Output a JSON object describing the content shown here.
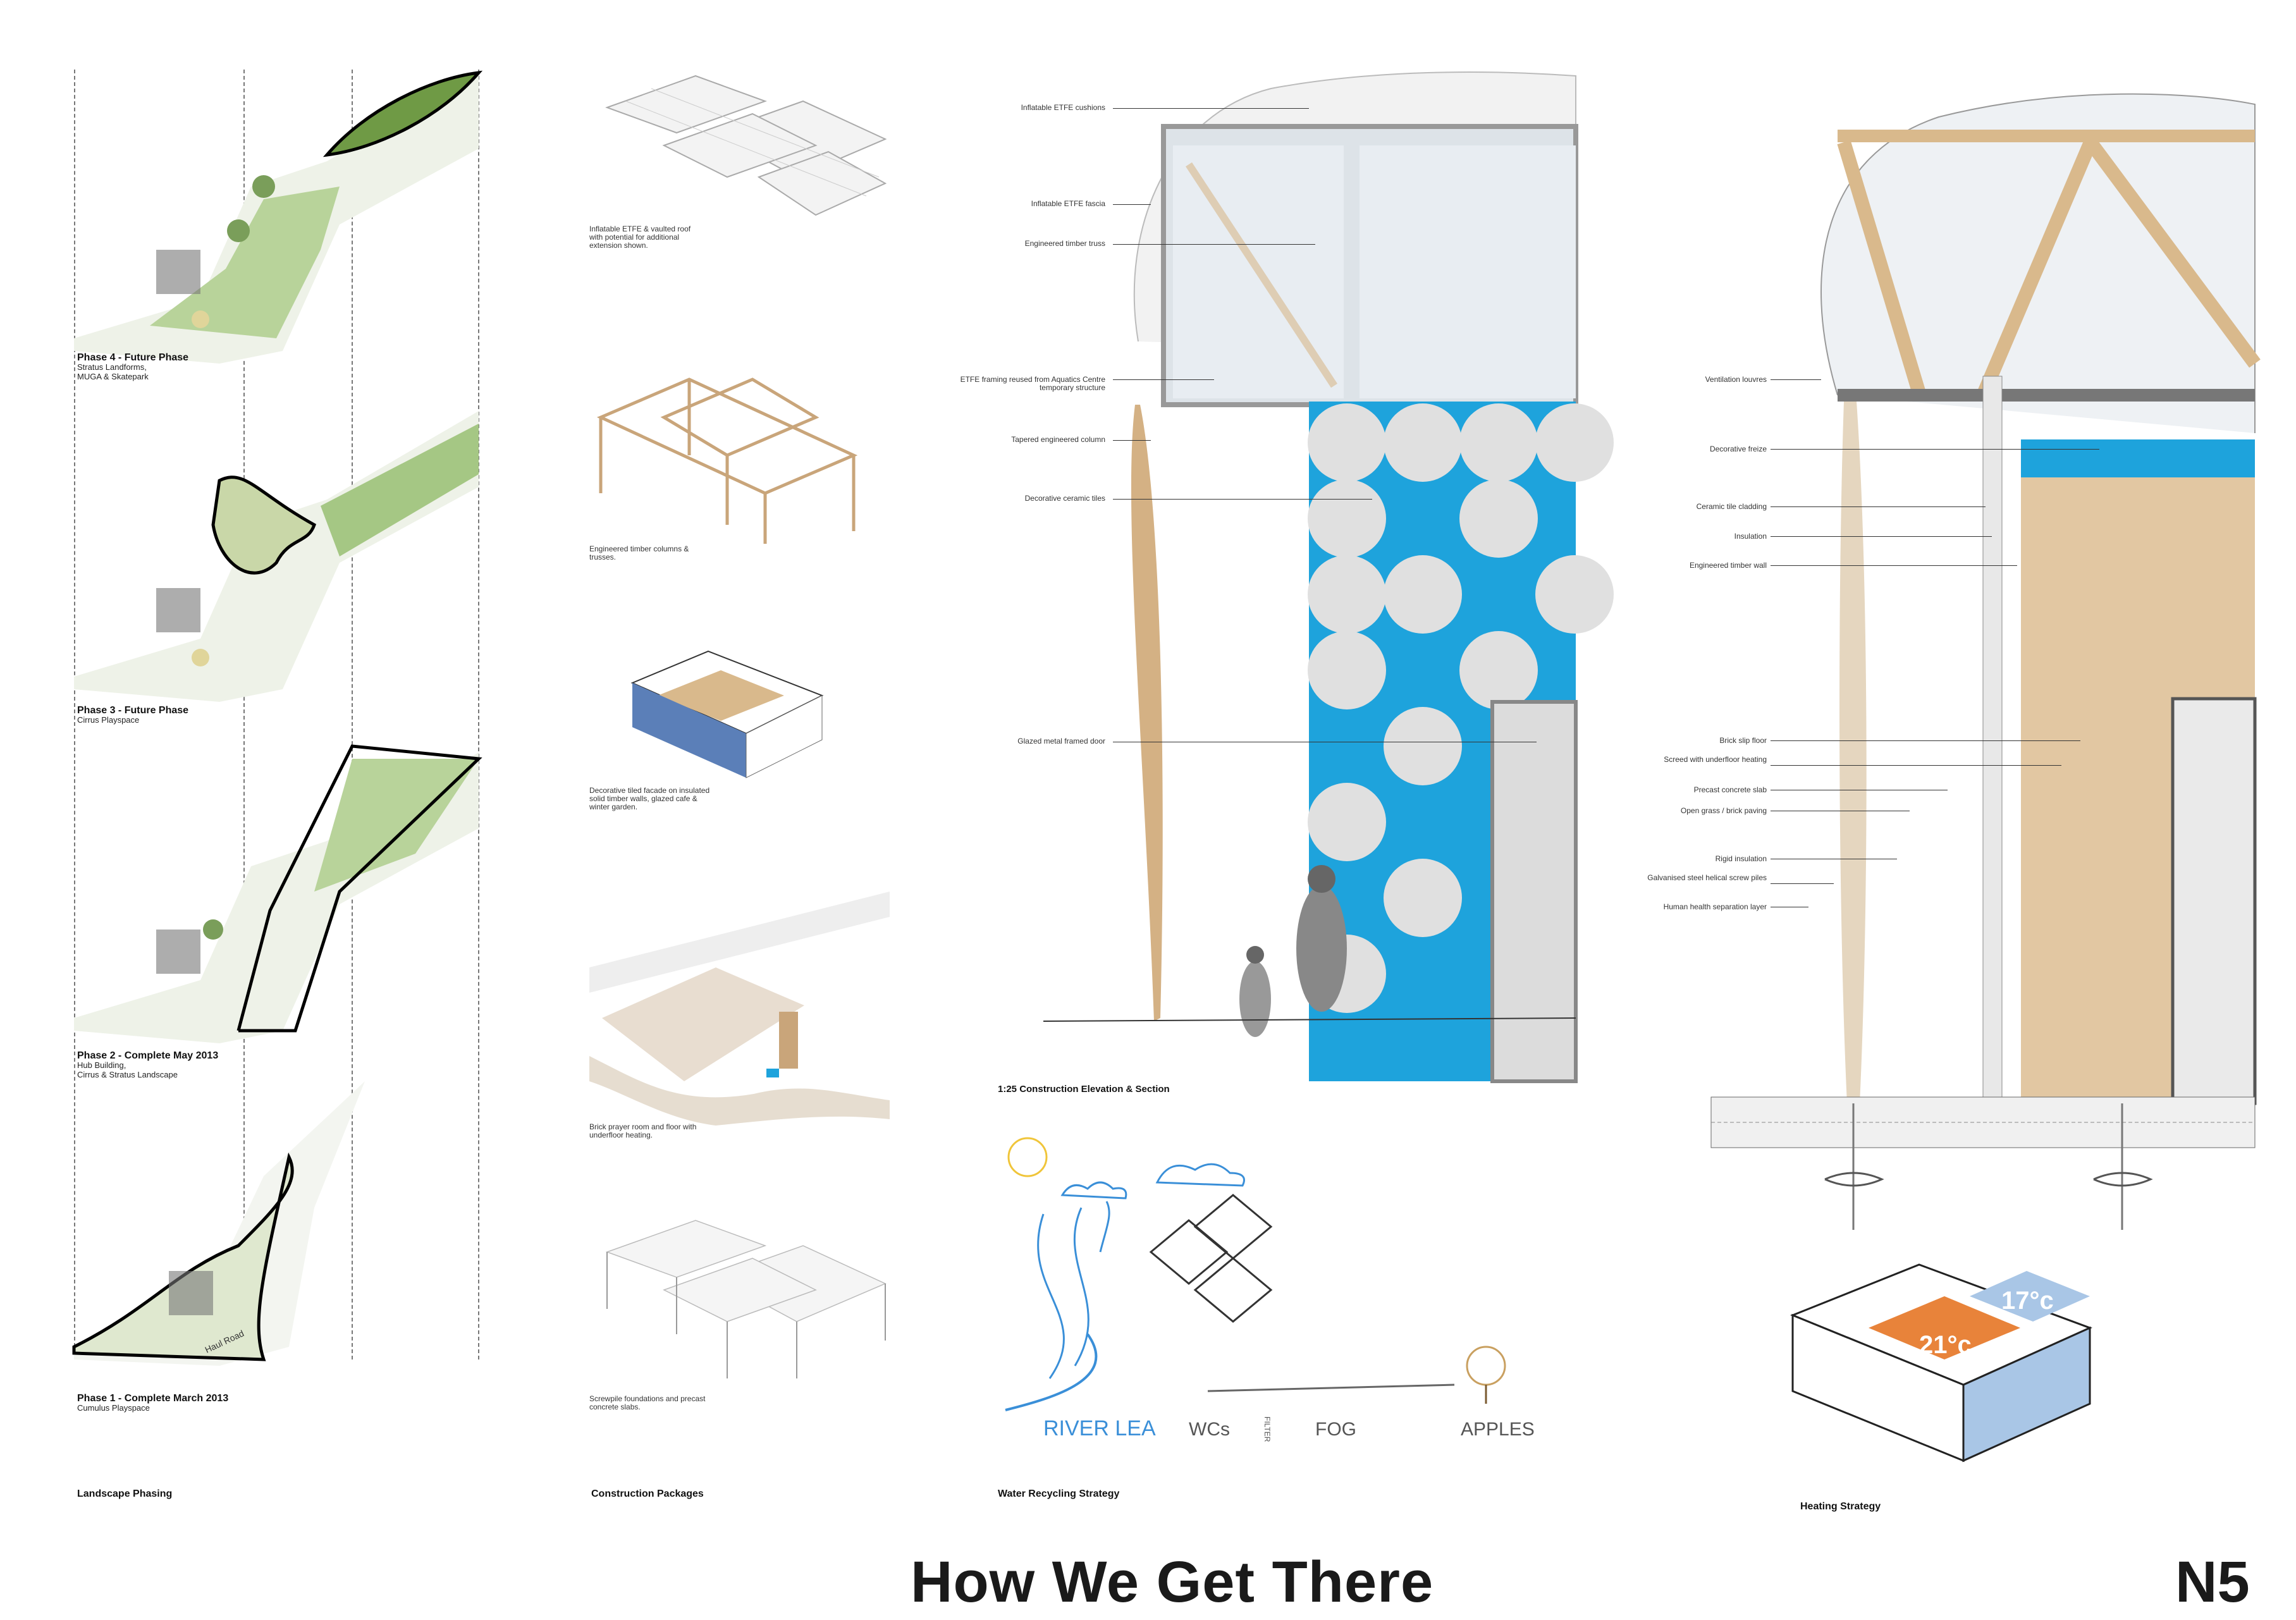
{
  "sheet_title": "How We Get There",
  "sheet_number": "N5",
  "landscape": {
    "heading": "Landscape Phasing",
    "phases": [
      {
        "title": "Phase 4 - Future Phase",
        "lines": [
          "Stratus Landforms,",
          "MUGA & Skatepark"
        ]
      },
      {
        "title": "Phase 3 - Future Phase",
        "lines": [
          "Cirrus Playspace"
        ]
      },
      {
        "title": "Phase 2 - Complete May 2013",
        "lines": [
          "Hub Building,",
          "Cirrus & Stratus Landscape"
        ]
      },
      {
        "title": "Phase 1 - Complete March 2013",
        "lines": [
          "Cumulus Playspace"
        ]
      }
    ],
    "road_label": "Haul Road"
  },
  "packages": {
    "heading": "Construction Packages",
    "items": [
      "Inflatable ETFE & vaulted roof with potential for additional extension shown.",
      "Engineered timber columns & trusses.",
      "Decorative tiled facade on insulated solid timber walls, glazed cafe & winter garden.",
      "Brick prayer room and floor with underfloor heating.",
      "Screwpile foundations and precast concrete slabs."
    ]
  },
  "elevation": {
    "heading": "1:25 Construction Elevation & Section",
    "labels": [
      "Inflatable ETFE cushions",
      "Inflatable ETFE fascia",
      "Engineered timber truss",
      "ETFE framing reused from Aquatics Centre temporary structure",
      "Tapered engineered column",
      "Decorative ceramic tiles",
      "Glazed metal framed door"
    ]
  },
  "section": {
    "labels": [
      "Ventilation louvres",
      "Decorative freize",
      "Ceramic tile cladding",
      "Insulation",
      "Engineered timber wall",
      "Brick slip floor",
      "Screed with underfloor heating",
      "Precast concrete slab",
      "Open grass / brick paving",
      "Rigid insulation",
      "Galvanised steel helical screw piles",
      "Human health separation layer"
    ]
  },
  "water": {
    "heading": "Water Recycling Strategy",
    "sketch_words": [
      "RIVER LEA",
      "WCs",
      "FILTER",
      "FOG",
      "APPLES"
    ]
  },
  "heating": {
    "heading": "Heating Strategy",
    "temps": [
      "21°c",
      "17°c"
    ]
  },
  "colors": {
    "tile_blue": "#1ea3dc",
    "timber": "#d9b98c",
    "heat_orange": "#e8833a",
    "cool_blue": "#a9c6e6",
    "green": "#9fc27a"
  }
}
